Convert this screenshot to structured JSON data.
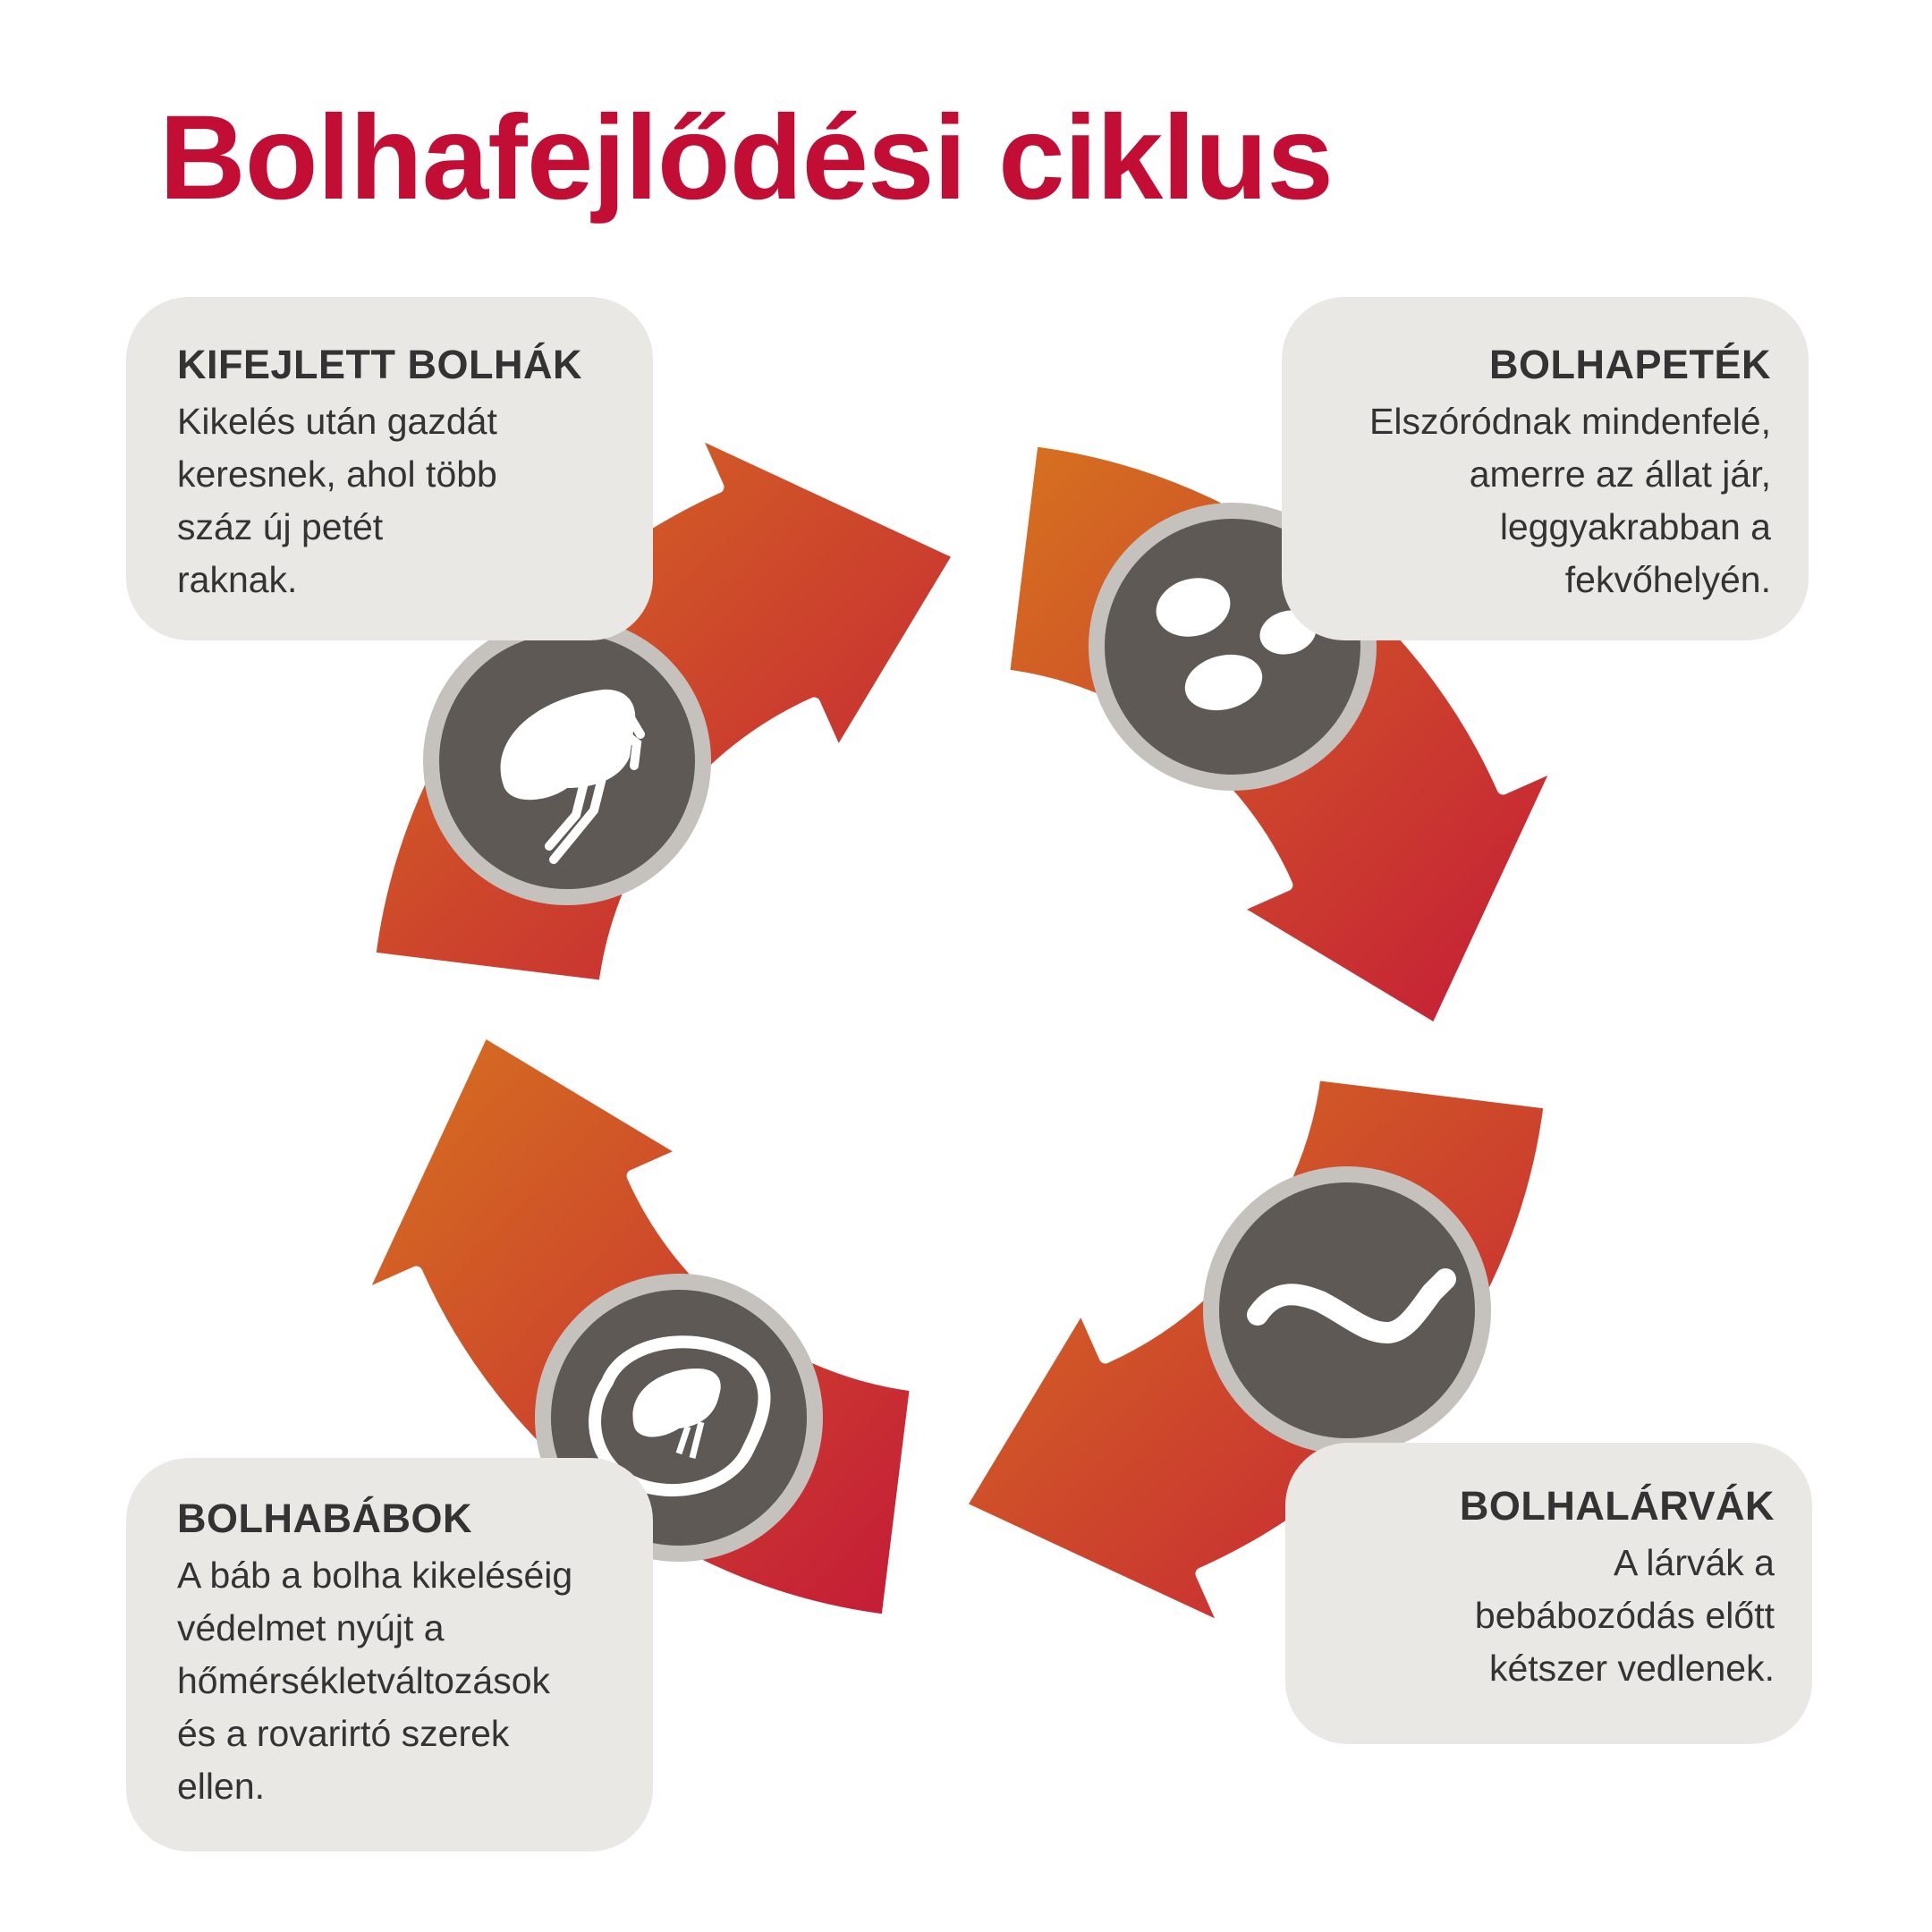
{
  "title": "Bolhafejlődési ciklus",
  "colors": {
    "title": "#c20e35",
    "gradient_start": "#d36a24",
    "gradient_end": "#c41e38",
    "circle_fill": "#5e5955",
    "circle_ring": "#c5c1bd",
    "box_bg": "#e9e8e4"
  },
  "stages": {
    "adults": {
      "heading": "KIFEJLETT BOLHÁK",
      "lines": [
        "Kikelés után gazdát",
        "keresnek, ahol több",
        "száz új petét",
        "raknak."
      ],
      "icon": "flea-icon"
    },
    "eggs": {
      "heading": "BOLHAPETÉK",
      "lines": [
        "Elszóródnak mindenfelé,",
        "amerre az állat jár,",
        "leggyakrabban a",
        "fekvőhelyén."
      ],
      "icon": "eggs-icon"
    },
    "larvae": {
      "heading": "BOLHALÁRVÁK",
      "lines": [
        "A lárvák a",
        "bebábozódás előtt",
        "kétszer vedlenek."
      ],
      "icon": "larva-icon"
    },
    "pupae": {
      "heading": "BOLHABÁBOK",
      "lines": [
        "A báb a bolha kikeléséig",
        "védelmet nyújt a",
        "hőmérsékletváltozások",
        "és a rovarirtó szerek",
        "ellen."
      ],
      "icon": "pupa-icon"
    }
  }
}
